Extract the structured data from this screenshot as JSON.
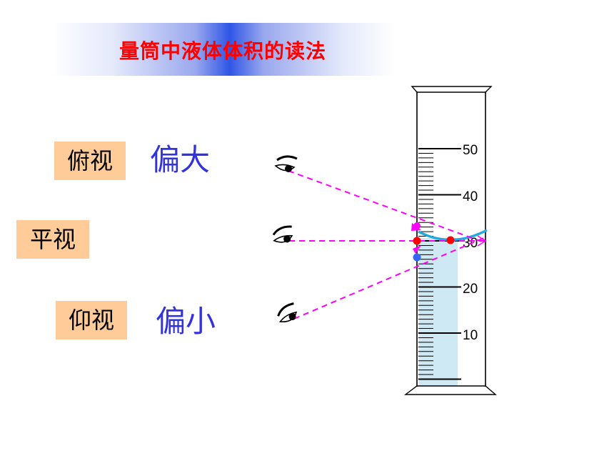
{
  "title": "量筒中液体体积的读法",
  "views": [
    {
      "label": "俯视",
      "result": "偏大"
    },
    {
      "label": "平视",
      "result": ""
    },
    {
      "label": "仰视",
      "result": "偏小"
    }
  ],
  "cylinder": {
    "scale_labels": [
      "50",
      "40",
      "30",
      "20",
      "10"
    ],
    "liquid_color": "#cfe9f4",
    "meniscus_color": "#22aadd"
  },
  "colors": {
    "title": "#ff0000",
    "label_bg": "#ffcc99",
    "result_text": "#3333dd",
    "sight_line": "#ff00ff",
    "level_dot": "#ff0000",
    "low_dot": "#3366ff"
  },
  "icons": [
    "eye-icon"
  ]
}
